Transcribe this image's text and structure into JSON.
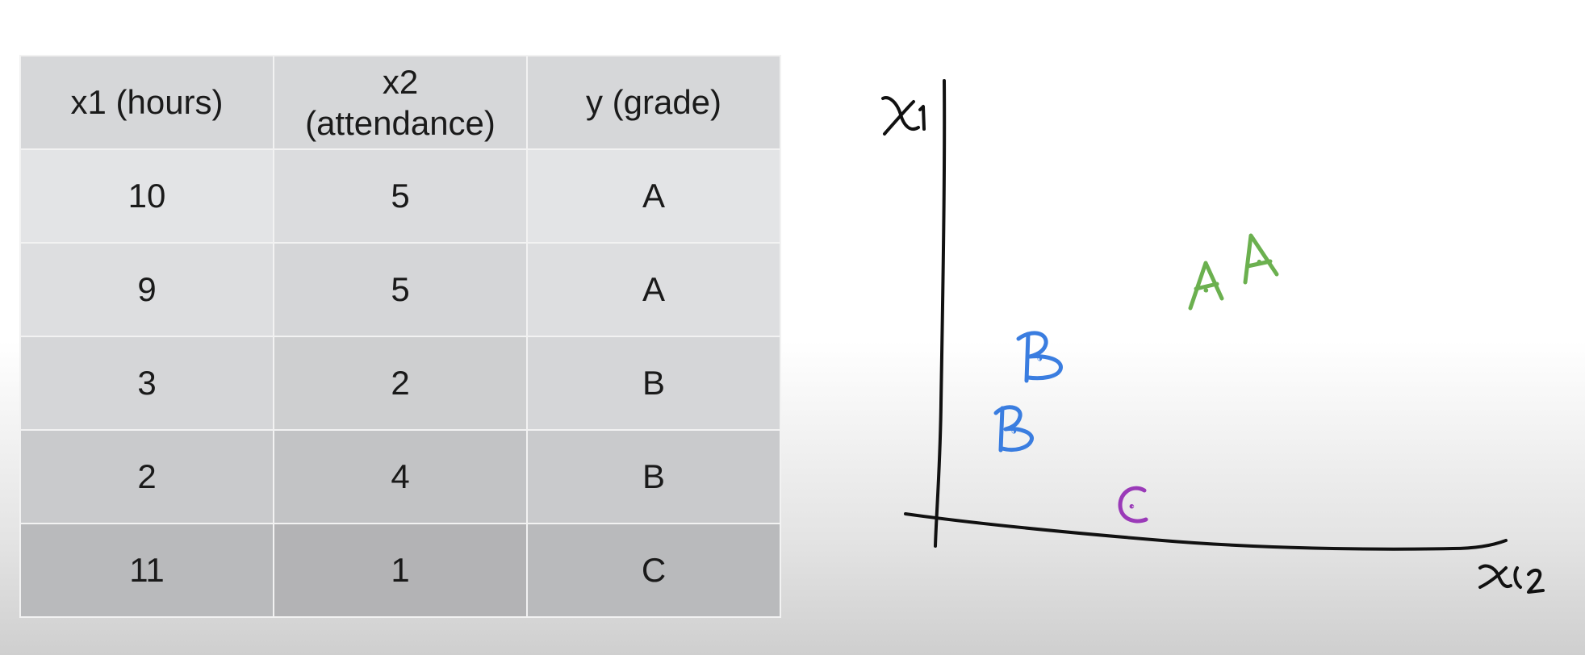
{
  "table": {
    "headers": {
      "x1": "x1 (hours)",
      "x2_line1": "x2",
      "x2_line2": "(attendance)",
      "y": "y (grade)"
    },
    "rows": [
      {
        "x1": "10",
        "x2": "5",
        "y": "A"
      },
      {
        "x1": "9",
        "x2": "5",
        "y": "A"
      },
      {
        "x1": "3",
        "x2": "2",
        "y": "B"
      },
      {
        "x1": "2",
        "x2": "4",
        "y": "B"
      },
      {
        "x1": "11",
        "x2": "1",
        "y": "C"
      }
    ]
  },
  "sketch": {
    "y_axis_label": "x1",
    "x_axis_label": "x2",
    "points": [
      {
        "label": "A",
        "color": "#6bb04f"
      },
      {
        "label": "A",
        "color": "#6bb04f"
      },
      {
        "label": "B",
        "color": "#3a7de0"
      },
      {
        "label": "B",
        "color": "#3a7de0"
      },
      {
        "label": "C",
        "color": "#9a3ab8"
      }
    ],
    "ink_color": "#111111"
  }
}
